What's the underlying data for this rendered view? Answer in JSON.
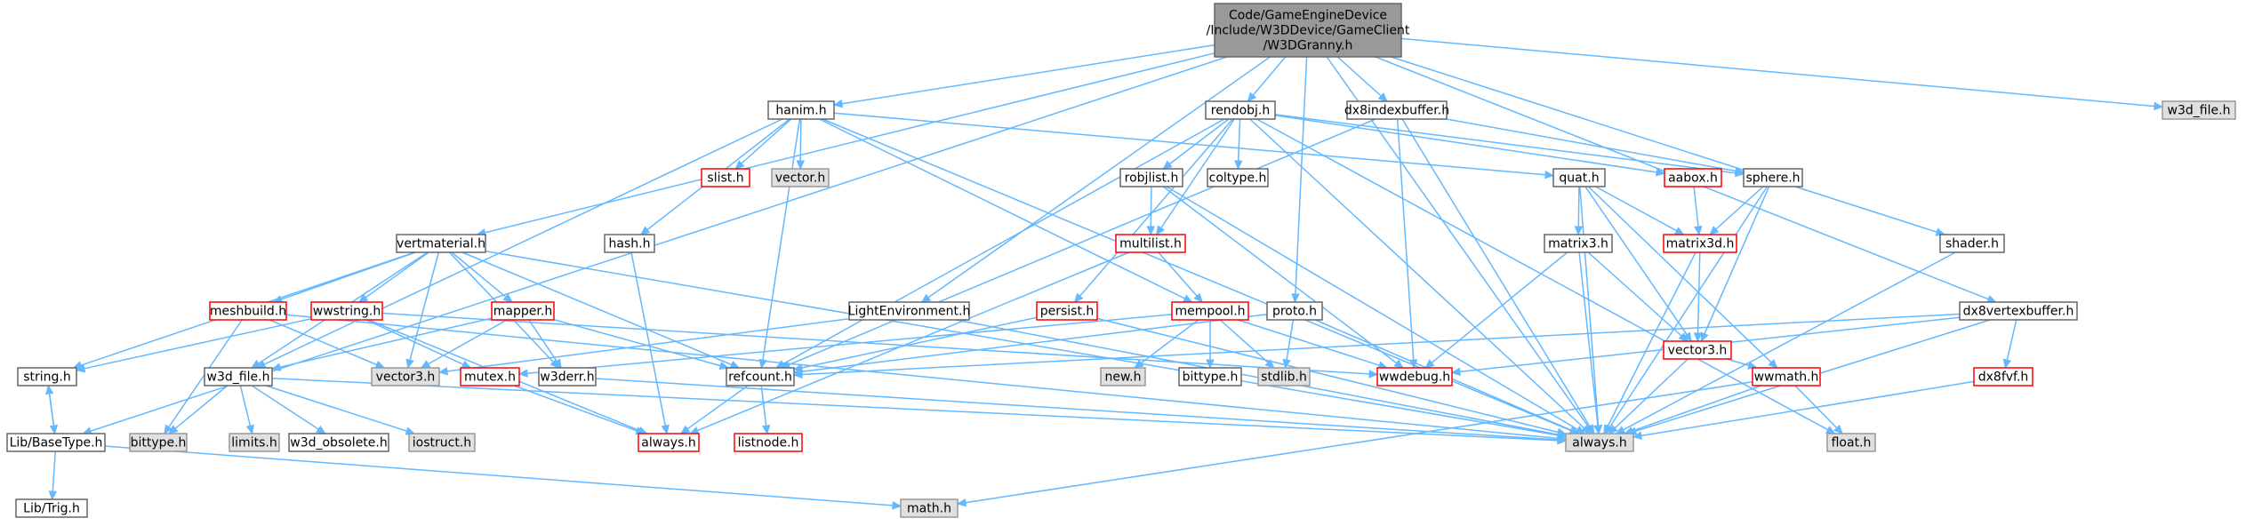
{
  "colors": {
    "edge": "#63b8ff",
    "root_fill": "#999999",
    "root_border": "#666666",
    "normal_fill": "#ffffff",
    "normal_border": "#666666",
    "external_fill": "#e0e0e0",
    "external_border": "#999999",
    "incomplete_border": "#ff0000"
  },
  "nodes": [
    {
      "id": "root",
      "lines": [
        "Code/GameEngineDevice",
        "/Include/W3DDevice/GameClient",
        "/W3DGranny.h"
      ],
      "style": "root"
    },
    {
      "id": "hanim",
      "lines": [
        "hanim.h"
      ],
      "style": "normal"
    },
    {
      "id": "rendobj",
      "lines": [
        "rendobj.h"
      ],
      "style": "normal"
    },
    {
      "id": "dx8indexbuffer",
      "lines": [
        "dx8indexbuffer.h"
      ],
      "style": "normal"
    },
    {
      "id": "w3d_file",
      "lines": [
        "w3d_file.h"
      ],
      "style": "external"
    },
    {
      "id": "slist",
      "lines": [
        "slist.h"
      ],
      "style": "incomplete"
    },
    {
      "id": "vector",
      "lines": [
        "vector.h"
      ],
      "style": "external"
    },
    {
      "id": "robjlist",
      "lines": [
        "robjlist.h"
      ],
      "style": "normal"
    },
    {
      "id": "coltype",
      "lines": [
        "coltype.h"
      ],
      "style": "normal"
    },
    {
      "id": "quat",
      "lines": [
        "quat.h"
      ],
      "style": "normal"
    },
    {
      "id": "aabox",
      "lines": [
        "aabox.h"
      ],
      "style": "incomplete"
    },
    {
      "id": "sphere",
      "lines": [
        "sphere.h"
      ],
      "style": "normal"
    },
    {
      "id": "vertmaterial",
      "lines": [
        "vertmaterial.h"
      ],
      "style": "normal"
    },
    {
      "id": "hash",
      "lines": [
        "hash.h"
      ],
      "style": "normal"
    },
    {
      "id": "multilist",
      "lines": [
        "multilist.h"
      ],
      "style": "incomplete"
    },
    {
      "id": "matrix3",
      "lines": [
        "matrix3.h"
      ],
      "style": "normal"
    },
    {
      "id": "matrix3d",
      "lines": [
        "matrix3d.h"
      ],
      "style": "incomplete"
    },
    {
      "id": "shader",
      "lines": [
        "shader.h"
      ],
      "style": "normal"
    },
    {
      "id": "meshbuild",
      "lines": [
        "meshbuild.h"
      ],
      "style": "incomplete"
    },
    {
      "id": "wwstring",
      "lines": [
        "wwstring.h"
      ],
      "style": "incomplete"
    },
    {
      "id": "mapper",
      "lines": [
        "mapper.h"
      ],
      "style": "incomplete"
    },
    {
      "id": "lightenv",
      "lines": [
        "LightEnvironment.h"
      ],
      "style": "normal"
    },
    {
      "id": "persist",
      "lines": [
        "persist.h"
      ],
      "style": "incomplete"
    },
    {
      "id": "mempool",
      "lines": [
        "mempool.h"
      ],
      "style": "incomplete"
    },
    {
      "id": "proto",
      "lines": [
        "proto.h"
      ],
      "style": "normal"
    },
    {
      "id": "vector3",
      "lines": [
        "vector3.h"
      ],
      "style": "incomplete"
    },
    {
      "id": "dx8vertexbuffer",
      "lines": [
        "dx8vertexbuffer.h"
      ],
      "style": "normal"
    },
    {
      "id": "string",
      "lines": [
        "string.h"
      ],
      "style": "normal"
    },
    {
      "id": "w3d_file_h",
      "lines": [
        "w3d_file.h"
      ],
      "style": "normal"
    },
    {
      "id": "vector3_ext",
      "lines": [
        "vector3.h"
      ],
      "style": "external"
    },
    {
      "id": "mutex",
      "lines": [
        "mutex.h"
      ],
      "style": "incomplete"
    },
    {
      "id": "w3derr",
      "lines": [
        "w3derr.h"
      ],
      "style": "normal"
    },
    {
      "id": "refcount",
      "lines": [
        "refcount.h"
      ],
      "style": "normal"
    },
    {
      "id": "new",
      "lines": [
        "new.h"
      ],
      "style": "external"
    },
    {
      "id": "bittype_h",
      "lines": [
        "bittype.h"
      ],
      "style": "normal"
    },
    {
      "id": "stdlib",
      "lines": [
        "stdlib.h"
      ],
      "style": "external"
    },
    {
      "id": "wwdebug",
      "lines": [
        "wwdebug.h"
      ],
      "style": "incomplete"
    },
    {
      "id": "wwmath",
      "lines": [
        "wwmath.h"
      ],
      "style": "incomplete"
    },
    {
      "id": "dx8fvf",
      "lines": [
        "dx8fvf.h"
      ],
      "style": "incomplete"
    },
    {
      "id": "basetype",
      "lines": [
        "Lib/BaseType.h"
      ],
      "style": "normal"
    },
    {
      "id": "bittype_ext",
      "lines": [
        "bittype.h"
      ],
      "style": "external"
    },
    {
      "id": "limits",
      "lines": [
        "limits.h"
      ],
      "style": "external"
    },
    {
      "id": "w3d_obsolete",
      "lines": [
        "w3d_obsolete.h"
      ],
      "style": "normal"
    },
    {
      "id": "iostruct",
      "lines": [
        "iostruct.h"
      ],
      "style": "external"
    },
    {
      "id": "always_red",
      "lines": [
        "always.h"
      ],
      "style": "incomplete"
    },
    {
      "id": "listnode",
      "lines": [
        "listnode.h"
      ],
      "style": "incomplete"
    },
    {
      "id": "always_ext",
      "lines": [
        "always.h"
      ],
      "style": "external"
    },
    {
      "id": "float",
      "lines": [
        "float.h"
      ],
      "style": "external"
    },
    {
      "id": "trig",
      "lines": [
        "Lib/Trig.h"
      ],
      "style": "normal"
    },
    {
      "id": "math",
      "lines": [
        "math.h"
      ],
      "style": "external"
    }
  ],
  "edges": [
    [
      "root",
      "hanim"
    ],
    [
      "root",
      "rendobj"
    ],
    [
      "root",
      "dx8indexbuffer"
    ],
    [
      "root",
      "w3d_file"
    ],
    [
      "root",
      "vertmaterial"
    ],
    [
      "root",
      "lightenv"
    ],
    [
      "root",
      "proto"
    ],
    [
      "root",
      "shader"
    ],
    [
      "root",
      "dx8vertexbuffer"
    ],
    [
      "root",
      "basetype"
    ],
    [
      "root",
      "always_ext"
    ],
    [
      "hanim",
      "slist"
    ],
    [
      "hanim",
      "vector"
    ],
    [
      "hanim",
      "quat"
    ],
    [
      "hanim",
      "hash"
    ],
    [
      "hanim",
      "w3d_file_h"
    ],
    [
      "hanim",
      "refcount"
    ],
    [
      "hanim",
      "mempool"
    ],
    [
      "hanim",
      "always_ext"
    ],
    [
      "rendobj",
      "robjlist"
    ],
    [
      "rendobj",
      "coltype"
    ],
    [
      "rendobj",
      "aabox"
    ],
    [
      "rendobj",
      "sphere"
    ],
    [
      "rendobj",
      "multilist"
    ],
    [
      "rendobj",
      "persist"
    ],
    [
      "rendobj",
      "refcount"
    ],
    [
      "rendobj",
      "always_ext"
    ],
    [
      "rendobj",
      "float"
    ],
    [
      "dx8indexbuffer",
      "sphere"
    ],
    [
      "dx8indexbuffer",
      "wwdebug"
    ],
    [
      "dx8indexbuffer",
      "refcount"
    ],
    [
      "dx8indexbuffer",
      "always_ext"
    ],
    [
      "robjlist",
      "multilist"
    ],
    [
      "robjlist",
      "always_ext"
    ],
    [
      "robjlist",
      "wwdebug"
    ],
    [
      "quat",
      "matrix3"
    ],
    [
      "quat",
      "matrix3d"
    ],
    [
      "quat",
      "vector3"
    ],
    [
      "quat",
      "wwmath"
    ],
    [
      "quat",
      "always_ext"
    ],
    [
      "aabox",
      "matrix3d"
    ],
    [
      "sphere",
      "matrix3d"
    ],
    [
      "sphere",
      "vector3"
    ],
    [
      "sphere",
      "always_ext"
    ],
    [
      "vertmaterial",
      "meshbuild"
    ],
    [
      "vertmaterial",
      "wwstring"
    ],
    [
      "vertmaterial",
      "mapper"
    ],
    [
      "vertmaterial",
      "w3d_file_h"
    ],
    [
      "vertmaterial",
      "vector3_ext"
    ],
    [
      "vertmaterial",
      "refcount"
    ],
    [
      "vertmaterial",
      "w3derr"
    ],
    [
      "vertmaterial",
      "string"
    ],
    [
      "vertmaterial",
      "always_ext"
    ],
    [
      "hash",
      "always_red"
    ],
    [
      "multilist",
      "mempool"
    ],
    [
      "multilist",
      "always_red"
    ],
    [
      "matrix3",
      "vector3"
    ],
    [
      "matrix3",
      "wwdebug"
    ],
    [
      "matrix3",
      "always_ext"
    ],
    [
      "matrix3d",
      "vector3"
    ],
    [
      "matrix3d",
      "always_ext"
    ],
    [
      "shader",
      "always_ext"
    ],
    [
      "meshbuild",
      "vector3_ext"
    ],
    [
      "meshbuild",
      "bittype_ext"
    ],
    [
      "meshbuild",
      "always_ext"
    ],
    [
      "wwstring",
      "string"
    ],
    [
      "wwstring",
      "always_red"
    ],
    [
      "wwstring",
      "mutex"
    ],
    [
      "wwstring",
      "wwdebug"
    ],
    [
      "mapper",
      "w3d_file_h"
    ],
    [
      "mapper",
      "vector3_ext"
    ],
    [
      "mapper",
      "refcount"
    ],
    [
      "mapper",
      "w3derr"
    ],
    [
      "lightenv",
      "vector3_ext"
    ],
    [
      "lightenv",
      "always_ext"
    ],
    [
      "persist",
      "refcount"
    ],
    [
      "persist",
      "always_ext"
    ],
    [
      "mempool",
      "mutex"
    ],
    [
      "mempool",
      "new"
    ],
    [
      "mempool",
      "bittype_h"
    ],
    [
      "mempool",
      "stdlib"
    ],
    [
      "mempool",
      "wwdebug"
    ],
    [
      "proto",
      "stdlib"
    ],
    [
      "proto",
      "refcount"
    ],
    [
      "proto",
      "always_ext"
    ],
    [
      "vector3",
      "wwmath"
    ],
    [
      "vector3",
      "always_ext"
    ],
    [
      "dx8vertexbuffer",
      "dx8fvf"
    ],
    [
      "dx8vertexbuffer",
      "wwdebug"
    ],
    [
      "dx8vertexbuffer",
      "refcount"
    ],
    [
      "dx8vertexbuffer",
      "always_ext"
    ],
    [
      "string",
      "basetype"
    ],
    [
      "w3d_file_h",
      "bittype_ext"
    ],
    [
      "w3d_file_h",
      "limits"
    ],
    [
      "w3d_file_h",
      "w3d_obsolete"
    ],
    [
      "w3d_file_h",
      "iostruct"
    ],
    [
      "w3d_file_h",
      "always_ext"
    ],
    [
      "mutex",
      "always_red"
    ],
    [
      "w3derr",
      "always_ext"
    ],
    [
      "refcount",
      "listnode"
    ],
    [
      "refcount",
      "always_red"
    ],
    [
      "wwmath",
      "always_ext"
    ],
    [
      "wwmath",
      "float"
    ],
    [
      "wwmath",
      "math"
    ],
    [
      "dx8fvf",
      "always_ext"
    ],
    [
      "basetype",
      "string"
    ],
    [
      "basetype",
      "trig"
    ],
    [
      "basetype",
      "math"
    ]
  ]
}
